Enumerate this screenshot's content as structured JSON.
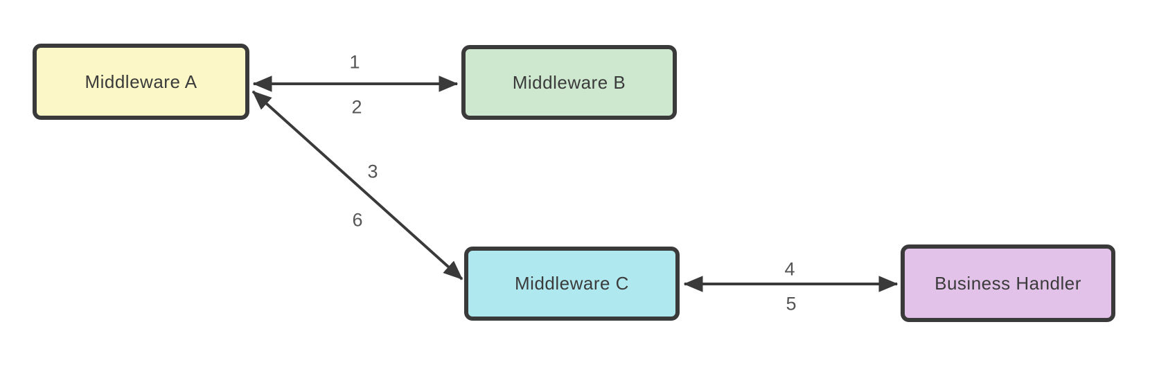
{
  "diagram": {
    "type": "flow-diagram",
    "background": "#ffffff",
    "stroke_color": "#3a3a3a",
    "node_text_color": "#3b3b3b",
    "edge_label_color": "#555555",
    "nodes": [
      {
        "id": "middleware-a",
        "label": "Middleware A",
        "fill": "#fbf7c6"
      },
      {
        "id": "middleware-b",
        "label": "Middleware B",
        "fill": "#cde8ce"
      },
      {
        "id": "middleware-c",
        "label": "Middleware C",
        "fill": "#afe8ee"
      },
      {
        "id": "business-handler",
        "label": "Business Handler",
        "fill": "#e3c2e9"
      }
    ],
    "edges": [
      {
        "label": "1",
        "from": "Middleware A",
        "to": "Middleware B"
      },
      {
        "label": "2",
        "from": "Middleware B",
        "to": "Middleware A"
      },
      {
        "label": "3",
        "from": "Middleware A",
        "to": "Middleware C"
      },
      {
        "label": "4",
        "from": "Middleware C",
        "to": "Business Handler"
      },
      {
        "label": "5",
        "from": "Business Handler",
        "to": "Middleware C"
      },
      {
        "label": "6",
        "from": "Middleware C",
        "to": "Middleware A"
      }
    ]
  }
}
